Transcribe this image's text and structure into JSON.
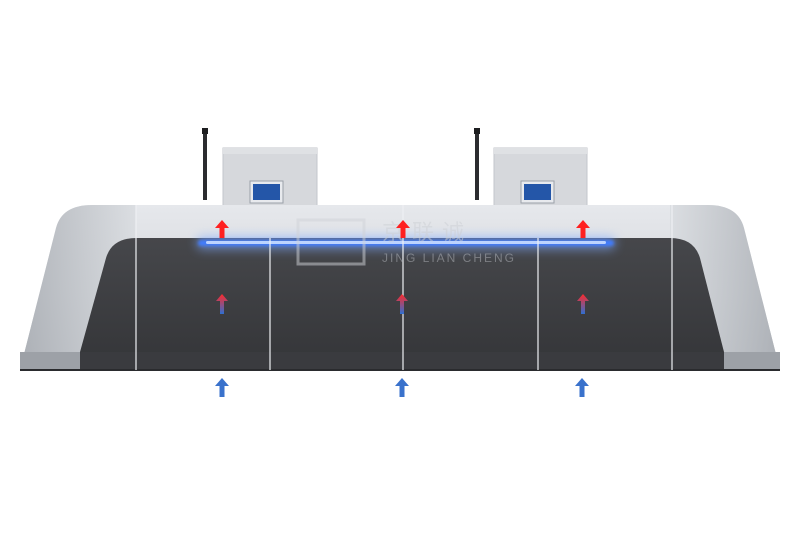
{
  "diagram": {
    "subject": "console-airflow-diagram",
    "colors": {
      "background": "#ffffff",
      "shell_light": "#e4e6ea",
      "shell_mid": "#c9ccd1",
      "shell_dark": "#9ea2a9",
      "body_dark": "#3d3e42",
      "body_darker": "#2c2d30",
      "divider": "#f2f3f5",
      "led_strip": "#2f6dff",
      "led_glow": "#8fb7ff",
      "monitor_frame": "#d2d4d8",
      "screen": "#2456a8",
      "arrow_warm": "#ff2a2a",
      "arrow_cool": "#2f6fd0",
      "watermark": "#c8cbd0"
    },
    "monitors": [
      {
        "name": "left-monitor",
        "antenna": true
      },
      {
        "name": "right-monitor",
        "antenna": true
      }
    ],
    "airflow": {
      "columns": 3,
      "intake_label": "cool-air-intake-arrows",
      "internal_label": "mixed-air-arrows",
      "exhaust_label": "warm-air-exhaust-arrows"
    },
    "watermark": {
      "logo_text": "京联诚",
      "pinyin_text": "JING LIAN CHENG"
    },
    "icons": [
      "antenna-icon",
      "monitor-icon",
      "arrow-up-icon"
    ]
  }
}
